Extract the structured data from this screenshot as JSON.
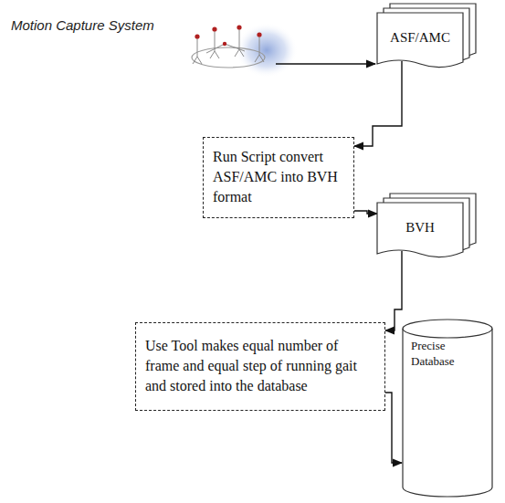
{
  "diagram": {
    "nodes": [
      {
        "text": [
          "ASF/AMC"
        ]
      },
      {
        "text": [
          "Run Script convert ASF/AMC into BVH format"
        ]
      },
      {
        "text": [
          "BVH"
        ]
      },
      {
        "text": [
          "Use Tool makes equal number of frame and equal step of running gait and stored into the database"
        ]
      },
      {
        "text": [
          "Precise Database"
        ]
      }
    ],
    "edges": [
      {
        "from": 0,
        "to": 1,
        "arrow": "to"
      },
      {
        "from": 1,
        "to": 2,
        "arrow": "to"
      },
      {
        "from": 2,
        "to": 3,
        "arrow": "to"
      },
      {
        "from": 3,
        "to": 4,
        "arrow": "to"
      }
    ],
    "labels": [
      "Motion Capture System"
    ]
  }
}
